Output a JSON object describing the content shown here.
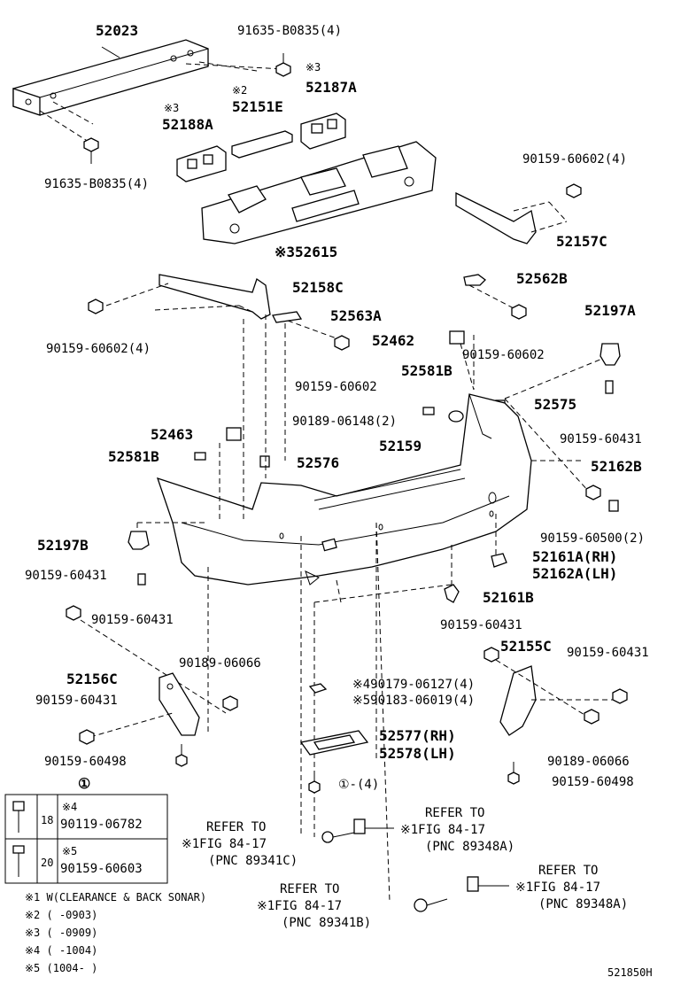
{
  "diagram_id": "521850H",
  "parts": {
    "p52023": "52023",
    "p91635_top": "91635-B0835(4)",
    "p52187A_mark": "※3",
    "p52187A": "52187A",
    "p52151E_mark": "※2",
    "p52151E": "52151E",
    "p52188A_mark": "※3",
    "p52188A": "52188A",
    "p91635_bot": "91635-B0835(4)",
    "p52615": "※352615",
    "p90159_60602_4_r": "90159-60602(4)",
    "p52157C": "52157C",
    "p52158C": "52158C",
    "p90159_60602_4_l": "90159-60602(4)",
    "p52562B": "52562B",
    "p52563A": "52563A",
    "p90159_60602_a": "90159-60602",
    "p52462": "52462",
    "p90159_60602_b": "90159-60602",
    "p52197A": "52197A",
    "p52581B_r": "52581B",
    "p90189_06148": "90189-06148(2)",
    "p52575": "52575",
    "p90159_60431_r": "90159-60431",
    "p52463": "52463",
    "p52159": "52159",
    "p52581B_l": "52581B",
    "p52576": "52576",
    "p52162B": "52162B",
    "p52197B": "52197B",
    "p90159_60500": "90159-60500(2)",
    "p52161A": "52161A(RH)",
    "p52162A": "52162A(LH)",
    "p90159_60431_l1": "90159-60431",
    "p90159_60431_l2": "90159-60431",
    "p52161B": "52161B",
    "p90159_60431_m": "90159-60431",
    "p52155C": "52155C",
    "p90159_60431_rr": "90159-60431",
    "p90189_06066_l": "90189-06066",
    "p52156C": "52156C",
    "p90179": "※490179-06127(4)",
    "p90183": "※590183-06019(4)",
    "p90159_60431_ll": "90159-60431",
    "p52577": "52577(RH)",
    "p52578": "52578(LH)",
    "p90189_06066_r": "90189-06066",
    "p90159_60498_l": "90159-60498",
    "p90159_60498_r": "90159-60498",
    "p_circle1_qty": "①-(4)"
  },
  "refer": [
    {
      "line1": "REFER TO",
      "line2": "※1FIG 84-17",
      "line3": "(PNC 89341C)"
    },
    {
      "line1": "REFER TO",
      "line2": "※1FIG 84-17",
      "line3": "(PNC 89348A)"
    },
    {
      "line1": "REFER TO",
      "line2": "※1FIG 84-17",
      "line3": "(PNC 89341B)"
    },
    {
      "line1": "REFER TO",
      "line2": "※1FIG 84-17",
      "line3": "(PNC 89348A)"
    }
  ],
  "legend_box": {
    "header": "①",
    "rows": [
      {
        "size": "18",
        "mark": "※4",
        "part": "90119-06782"
      },
      {
        "size": "20",
        "mark": "※5",
        "part": "90159-60603"
      }
    ]
  },
  "notes": [
    "※1 W(CLEARANCE & BACK SONAR)",
    "※2 (        -0903)",
    "※3 (        -0909)",
    "※4 (        -1004)",
    "※5 (1004-        )"
  ]
}
